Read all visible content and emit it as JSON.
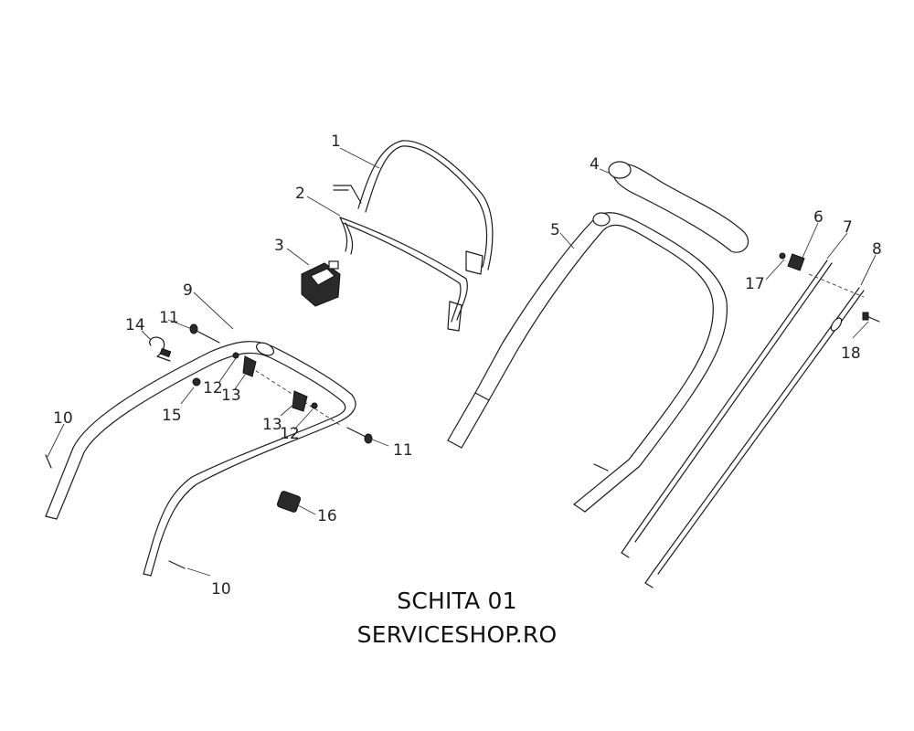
{
  "diagram": {
    "callouts": {
      "c1": "1",
      "c2": "2",
      "c3": "3",
      "c4": "4",
      "c5": "5",
      "c6": "6",
      "c7": "7",
      "c8": "8",
      "c9": "9",
      "c10a": "10",
      "c10b": "10",
      "c11a": "11",
      "c11b": "11",
      "c12a": "12",
      "c12b": "12",
      "c13a": "13",
      "c13b": "13",
      "c14": "14",
      "c15": "15",
      "c16": "16",
      "c17": "17",
      "c18": "18"
    }
  },
  "caption": {
    "line1": "SCHITA 01",
    "line2": "SERVICESHOP.RO"
  }
}
